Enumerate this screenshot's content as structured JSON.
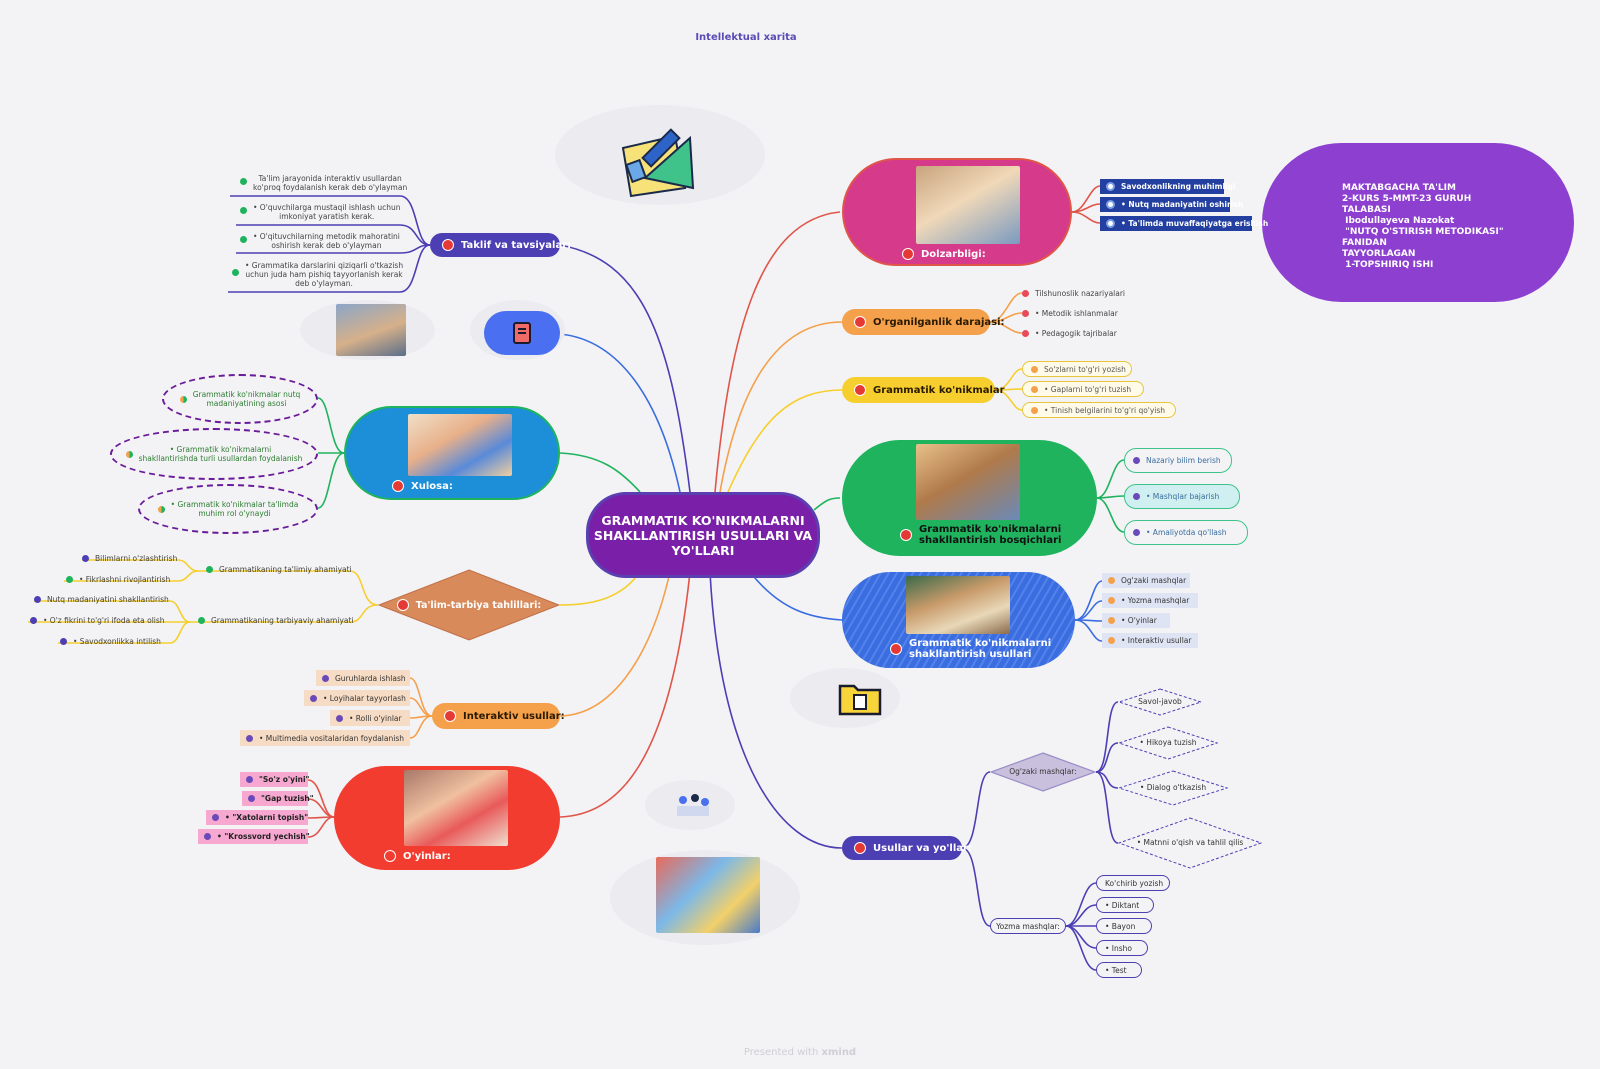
{
  "header": {
    "title": "Intellektual xarita"
  },
  "footer": {
    "prefix": "Presented with",
    "brand": "xmind"
  },
  "center": {
    "label": "GRAMMATIK KO'NIKMALARNI SHAKLLANTIRISH USULLARI VA YO'LLARI"
  },
  "right_box": {
    "text": "MAKTABGACHA TA'LIM\n2-KURS 5-MMT-23 GURUH\nTALABASI\n Ibodullayeva Nazokat\n \"NUTQ O'STIRISH METODIKASI\"\nFANIDAN\nTAYYORLAGAN\n 1-TOPSHIRIQ ISHI"
  },
  "dolzarbligi": {
    "label": "Dolzarbligi:",
    "items": [
      "Savodxonlikning muhimligi",
      "• Nutq madaniyatini oshirish",
      "• Ta'limda muvaffaqiyatga erishish"
    ]
  },
  "organilganlik": {
    "label": "O'rganilganlik darajasi:",
    "items": [
      "Tilshunoslik nazariyalari",
      "• Metodik ishlanmalar",
      "• Pedagogik tajribalar"
    ]
  },
  "grammatik": {
    "label": "Grammatik ko'nikmalar",
    "items": [
      "So'zlarni to'g'ri yozish",
      "• Gaplarni to'g'ri tuzish",
      "• Tinish belgilarini to'g'ri qo'yish"
    ]
  },
  "bosqichlar": {
    "label_line1": "Grammatik ko'nikmalarni",
    "label_line2": "shakllantirish bosqichlari",
    "items": [
      "Nazariy bilim berish",
      "• Mashqlar bajarish",
      "• Amaliyotda qo'llash"
    ]
  },
  "usullari": {
    "label_line1": "Grammatik ko'nikmalarni",
    "label_line2": "shakllantirish usullari",
    "items": [
      "Og'zaki mashqlar",
      "• Yozma mashqlar",
      "• O'yinlar",
      "• Interaktiv usullar"
    ]
  },
  "usullar_yollar": {
    "label": "Usullar va yo'llar:",
    "ogzaki": {
      "label": "Og'zaki mashqlar:",
      "items": [
        "Savol-javob",
        "• Hikoya tuzish",
        "• Dialog o'tkazish",
        "• Matnni o'qish va tahlil qilis"
      ]
    },
    "yozma": {
      "label": "Yozma mashqlar:",
      "items": [
        "Ko'chirib yozish",
        "• Diktant",
        "• Bayon",
        "• Insho",
        "• Test"
      ]
    }
  },
  "taklif": {
    "label": "Taklif va tavsiyalar:",
    "items": [
      [
        "Ta'lim jarayonida interaktiv usullardan",
        "ko'proq foydalanish kerak deb o'ylayman"
      ],
      [
        "• O'quvchilarga mustaqil ishlash uchun",
        "imkoniyat yaratish kerak."
      ],
      [
        "• O'qituvchilarning metodik mahoratini",
        "oshirish kerak deb o'ylayman"
      ],
      [
        "• Grammatika darslarini qiziqarli o'tkazish",
        "uchun juda ham pishiq tayyorlanish kerak",
        "deb o'ylayman."
      ]
    ]
  },
  "xulosa": {
    "label": "Xulosa:",
    "items": [
      [
        "Grammatik ko'nikmalar nutq",
        "madaniyatining asosi"
      ],
      [
        "• Grammatik ko'nikmalarni",
        "shakllantirishda turli usullardan foydalanish"
      ],
      [
        "• Grammatik ko'nikmalar ta'limda",
        "muhim rol o'ynaydi"
      ]
    ]
  },
  "tahlil": {
    "label": "Ta'lim-tarbiya tahlillari:",
    "talimiy": {
      "label": "Grammatikaning ta'limiy ahamiyati",
      "items": [
        "Bilimlarni o'zlashtirish",
        "• Fikrlashni rivojlantirish"
      ]
    },
    "tarbiyaviy": {
      "label": "Grammatikaning tarbiyaviy ahamiyati",
      "items": [
        "Nutq madaniyatini shakllantirish",
        "• O'z fikrini to'g'ri ifoda eta olish",
        "• Savodxonlikka intilish"
      ]
    }
  },
  "interaktiv": {
    "label": "Interaktiv usullar:",
    "items": [
      "Guruhlarda ishlash",
      "• Loyihalar tayyorlash",
      "• Rolli o'yinlar",
      "• Multimedia vositalaridan foydalanish"
    ]
  },
  "oyinlar": {
    "label": "O'yinlar:",
    "items": [
      "\"So'z o'yini\"",
      "\"Gap tuzish\"",
      "• \"Xatolarni topish\"",
      "• \"Krossvord yechish\""
    ]
  },
  "colors": {
    "center": "#7a1fa8",
    "dolzarbligi": "#d63a8a",
    "organilganlik": "#f5a04a",
    "grammatik": "#f6cf2e",
    "bosqichlar": "#1fb35e",
    "usullari": "#3a6de0",
    "usullar_yollar": "#4c3fb4",
    "taklif": "#4c3fb4",
    "xulosa": "#1c8fd8",
    "tahlil": "#d88a5a",
    "interaktiv": "#f5a04a",
    "oyinlar": "#f23c30",
    "right_box": "#8d3fd0"
  }
}
